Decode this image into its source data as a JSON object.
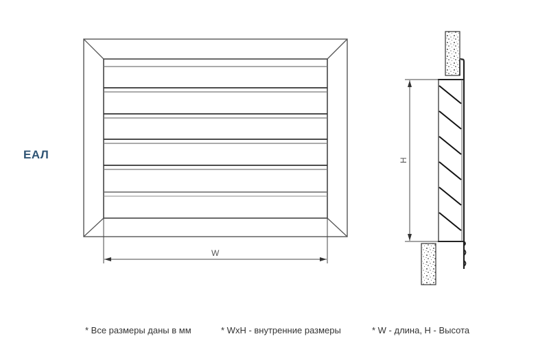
{
  "model": {
    "label": "ЕАЛ",
    "color": "#2f5474"
  },
  "front_view": {
    "dimension_width_label": "W",
    "slat_count": 6
  },
  "side_view": {
    "dimension_height_label": "H",
    "slat_count": 6
  },
  "footnotes": [
    "* Все размеры даны в мм",
    "* WxH - внутренние размеры",
    "* W - длина, H - Высота"
  ],
  "colors": {
    "line": "#333333",
    "line_light": "#666666",
    "dimension_text": "#555555",
    "footnote_text": "#333333"
  }
}
